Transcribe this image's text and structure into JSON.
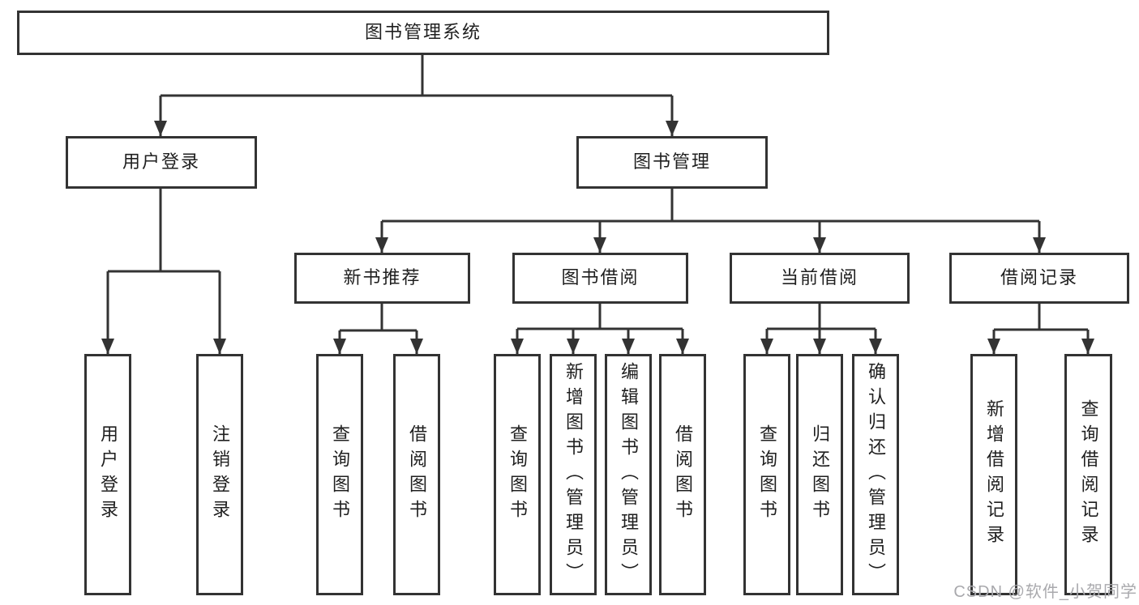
{
  "diagram": {
    "title": "图书管理系统",
    "tree": {
      "root": "图书管理系统",
      "branches": [
        {
          "label": "用户登录",
          "children": [
            "用户登录",
            "注销登录"
          ]
        },
        {
          "label": "图书管理",
          "groups": [
            {
              "label": "新书推荐",
              "children": [
                "查询图书",
                "借阅图书"
              ]
            },
            {
              "label": "图书借阅",
              "children": [
                "查询图书",
                "新增图书（管理员）",
                "编辑图书（管理员）",
                "借阅图书"
              ]
            },
            {
              "label": "当前借阅",
              "children": [
                "查询图书",
                "归还图书",
                "确认归还（管理员）"
              ]
            },
            {
              "label": "借阅记录",
              "children": [
                "新增借阅记录",
                "查询借阅记录"
              ]
            }
          ]
        }
      ]
    },
    "style": {
      "line_color": "#333333",
      "text_color": "#1f1f1f",
      "watermark_color": "#a9a9ad"
    }
  },
  "watermark": "CSDN @软件_小贺同学"
}
